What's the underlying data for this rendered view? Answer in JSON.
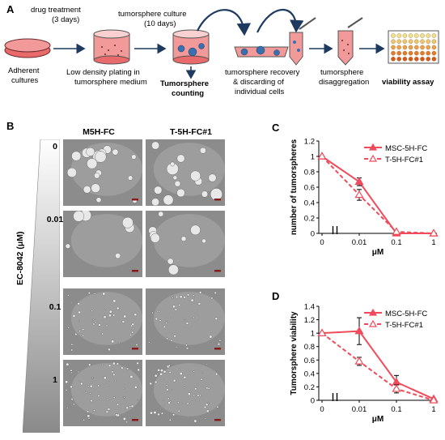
{
  "panel_a": {
    "letter": "A",
    "steps": {
      "drug_treatment": "drug treatment",
      "drug_days": "(3 days)",
      "culture": "tumorsphere culture",
      "culture_days": "(10 days)",
      "adherent_1": "Adherent",
      "adherent_2": "cultures",
      "low_density_1": "Low density plating in",
      "low_density_2": "tumorsphere medium",
      "counting_1": "Tumorsphere",
      "counting_2": "counting",
      "recovery_1": "tumorsphere recovery",
      "recovery_2": "& discarding of",
      "recovery_3": "individual cells",
      "disagg_1": "tumorsphere",
      "disagg_2": "disaggregation",
      "viability": "viability assay"
    },
    "colors": {
      "dish_fill": "#e86a6a",
      "arrow": "#1f3a5f"
    }
  },
  "panel_b": {
    "letter": "B",
    "col_headers": [
      "M5H-FC",
      "T-5H-FC#1"
    ],
    "concentrations": [
      "0",
      "0.01",
      "0.1",
      "1"
    ],
    "gradient_label": "EC-8042 (μM)",
    "sphere_density": [
      [
        18,
        16
      ],
      [
        6,
        9
      ],
      [
        45,
        40
      ],
      [
        60,
        55
      ]
    ]
  },
  "chart_data": [
    {
      "panel": "C",
      "type": "line",
      "xlabel": "μM",
      "ylabel": "number of tumorspheres",
      "x_tick_labels": [
        "0",
        "0.01",
        "0.1",
        "1"
      ],
      "ylim": [
        0,
        1.2
      ],
      "y_ticks": [
        "0",
        "0.2",
        "0.4",
        "0.6",
        "0.8",
        "1",
        "1.2"
      ],
      "series": [
        {
          "name": "MSC-5H-FC",
          "style": "solid",
          "marker": "filled-triangle",
          "color": "#f04b5a",
          "values": [
            1.0,
            0.67,
            0.0,
            0.0
          ],
          "errors": [
            0,
            0.05,
            0,
            0
          ]
        },
        {
          "name": "T-5H-FC#1",
          "style": "dashed",
          "marker": "open-triangle",
          "color": "#f04b5a",
          "values": [
            1.0,
            0.5,
            0.02,
            0.0
          ],
          "errors": [
            0,
            0.07,
            0,
            0
          ]
        }
      ]
    },
    {
      "panel": "D",
      "type": "line",
      "xlabel": "μM",
      "ylabel": "Tumorsphere viability",
      "x_tick_labels": [
        "0",
        "0.01",
        "0.1",
        "1"
      ],
      "ylim": [
        0,
        1.4
      ],
      "y_ticks": [
        "0",
        "0.2",
        "0.4",
        "0.6",
        "0.8",
        "1",
        "1.2",
        "1.4"
      ],
      "series": [
        {
          "name": "MSC-5H-FC",
          "style": "solid",
          "marker": "filled-triangle",
          "color": "#f04b5a",
          "values": [
            1.0,
            1.03,
            0.27,
            0.02
          ],
          "errors": [
            0,
            0.2,
            0.1,
            0
          ]
        },
        {
          "name": "T-5H-FC#1",
          "style": "dashed",
          "marker": "open-triangle",
          "color": "#f04b5a",
          "values": [
            1.0,
            0.58,
            0.17,
            0.0
          ],
          "errors": [
            0,
            0.06,
            0.06,
            0
          ]
        }
      ]
    }
  ]
}
